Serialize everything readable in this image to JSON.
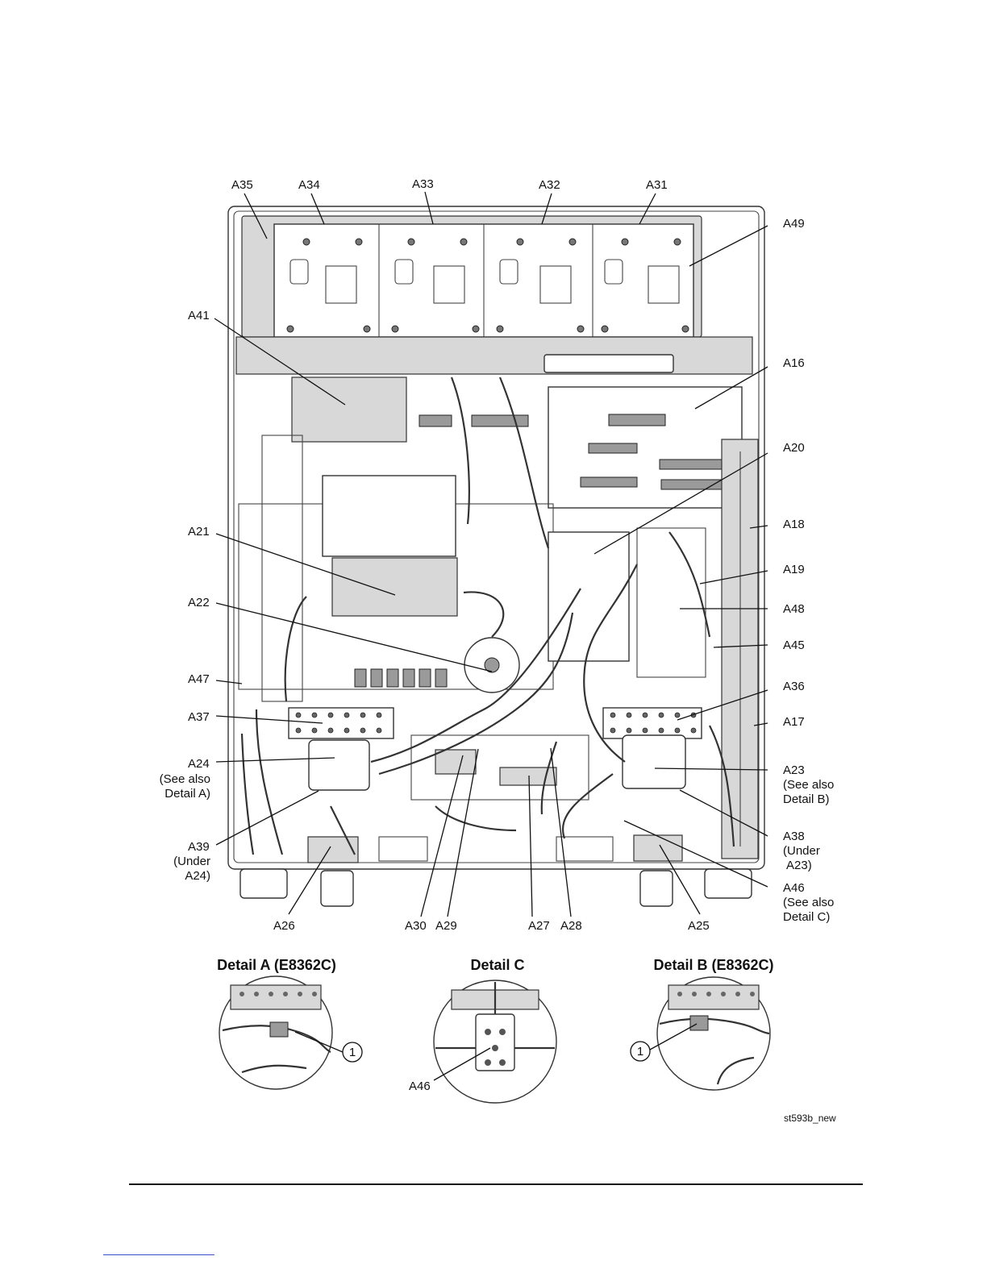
{
  "labels": {
    "a35": "A35",
    "a34": "A34",
    "a33": "A33",
    "a32": "A32",
    "a31": "A31",
    "a49": "A49",
    "a41": "A41",
    "a16": "A16",
    "a20": "A20",
    "a18": "A18",
    "a21": "A21",
    "a19": "A19",
    "a48": "A48",
    "a22": "A22",
    "a45": "A45",
    "a47": "A47",
    "a36": "A36",
    "a37": "A37",
    "a17": "A17",
    "a24": "A24",
    "a24_note1": "(See also",
    "a24_note2": "Detail A)",
    "a23": "A23",
    "a23_note1": "(See also",
    "a23_note2": "Detail B)",
    "a39": "A39",
    "a39_note1": "(Under",
    "a39_note2": "A24)",
    "a38": "A38",
    "a38_note1": "(Under",
    "a38_note2": "A23)",
    "a46": "A46",
    "a46_note1": "(See also",
    "a46_note2": "Detail C)",
    "a26": "A26",
    "a30": "A30",
    "a29": "A29",
    "a27": "A27",
    "a28": "A28",
    "a25": "A25"
  },
  "details": {
    "a_title": "Detail A (E8362C)",
    "c_title": "Detail C",
    "b_title": "Detail B (E8362C)",
    "callout_a": "1",
    "callout_b": "1",
    "c_label": "A46"
  },
  "figure_id": "st593b_new"
}
